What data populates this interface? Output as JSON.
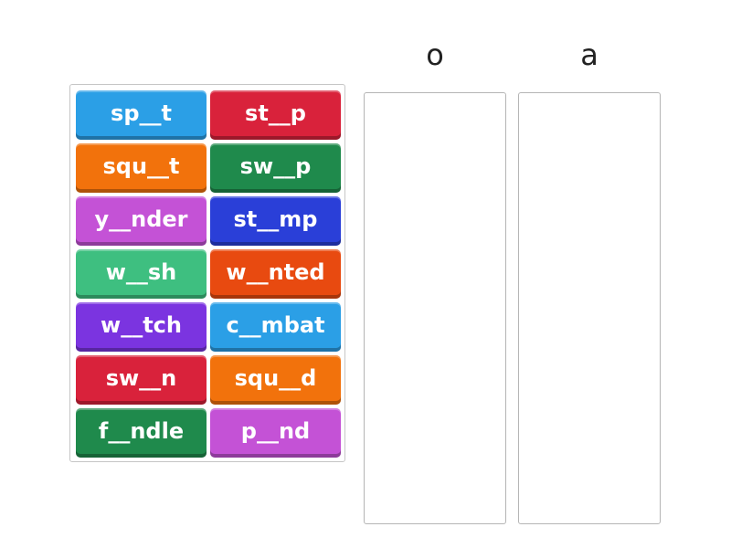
{
  "columns": [
    {
      "title": "o"
    },
    {
      "title": "a"
    }
  ],
  "tiles": [
    {
      "label": "sp__t",
      "color": "#2b9fe6"
    },
    {
      "label": "st__p",
      "color": "#d9223b"
    },
    {
      "label": "squ__t",
      "color": "#f2720c"
    },
    {
      "label": "sw__p",
      "color": "#1f8a4c"
    },
    {
      "label": "y__nder",
      "color": "#c452d6"
    },
    {
      "label": "st__mp",
      "color": "#2a3fd8"
    },
    {
      "label": "w__sh",
      "color": "#3ebf80"
    },
    {
      "label": "w__nted",
      "color": "#e84a10"
    },
    {
      "label": "w__tch",
      "color": "#7b34e0"
    },
    {
      "label": "c__mbat",
      "color": "#2b9fe6"
    },
    {
      "label": "sw__n",
      "color": "#d9223b"
    },
    {
      "label": "squ__d",
      "color": "#f2720c"
    },
    {
      "label": "f__ndle",
      "color": "#1f8a4c"
    },
    {
      "label": "p__nd",
      "color": "#c452d6"
    }
  ]
}
